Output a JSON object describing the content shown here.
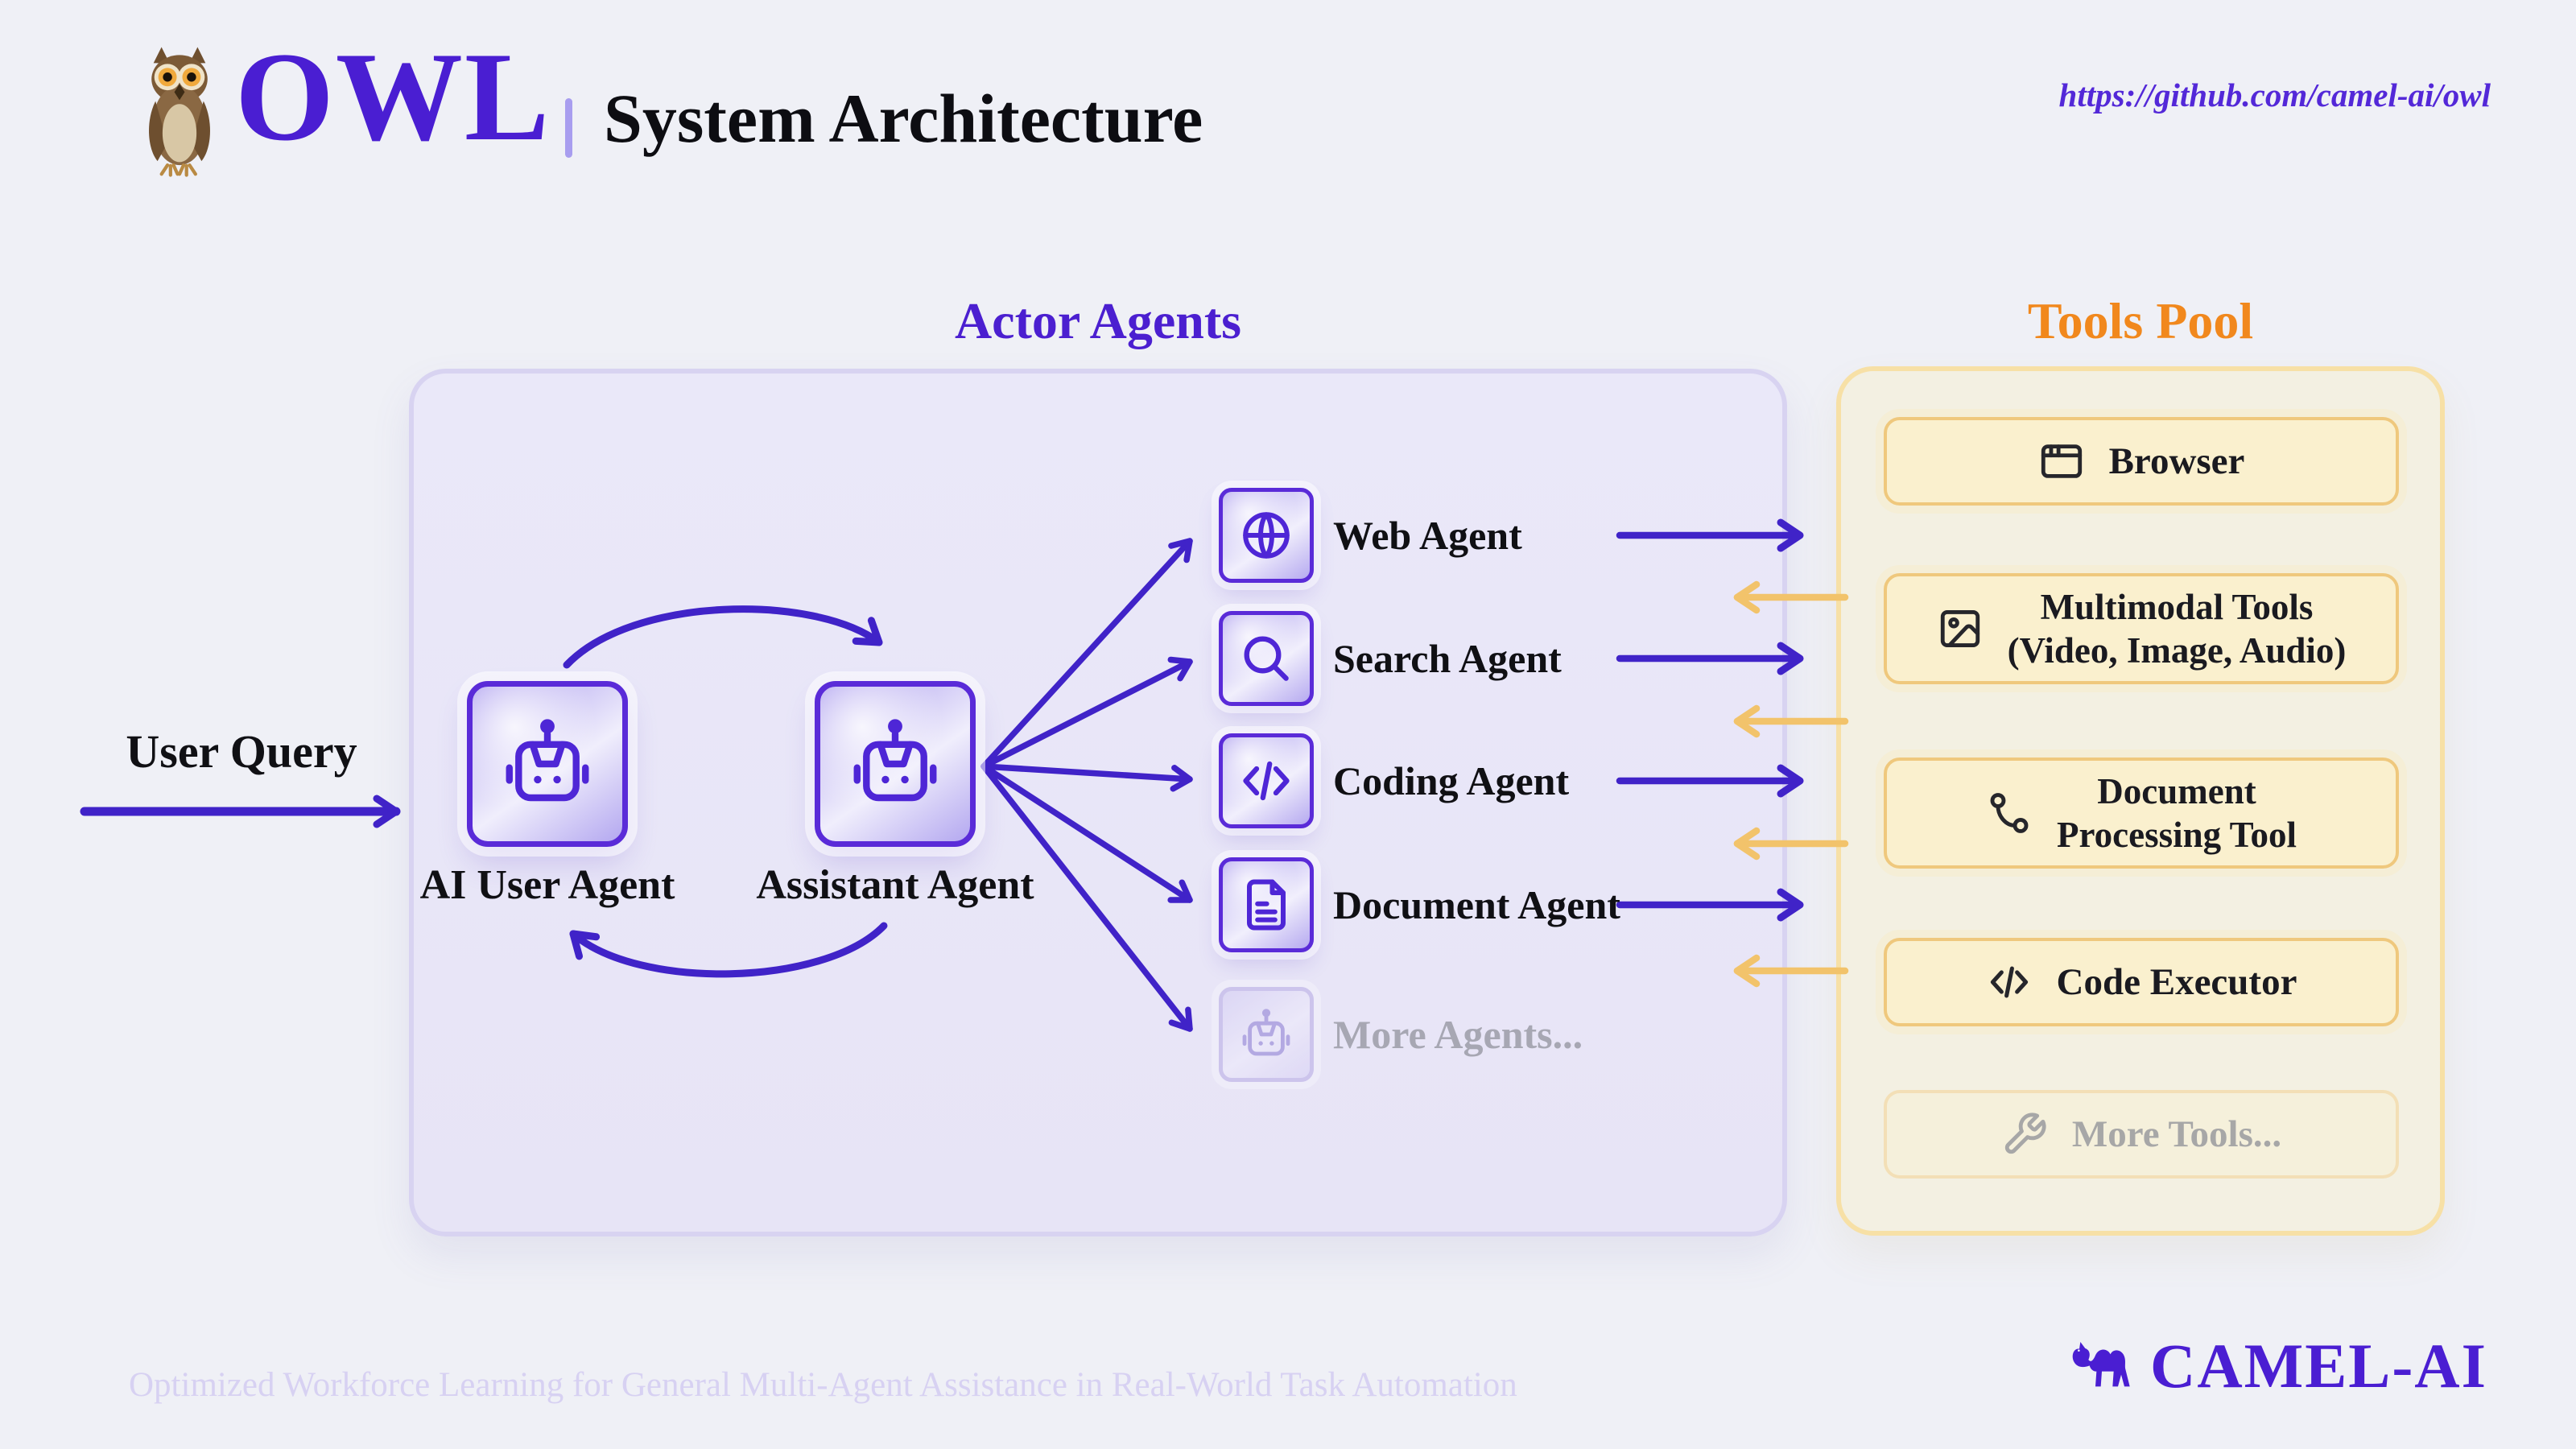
{
  "header": {
    "logo_icon": "owl-icon",
    "logo_text": "OWL",
    "title": "System Architecture",
    "repo_url": "https://github.com/camel-ai/owl"
  },
  "input": {
    "user_query_label": "User Query"
  },
  "actor_panel": {
    "title": "Actor Agents",
    "pair": [
      {
        "label": "AI User Agent",
        "icon": "robot-icon"
      },
      {
        "label": "Assistant Agent",
        "icon": "robot-icon"
      }
    ],
    "agents": [
      {
        "label": "Web Agent",
        "icon": "globe-icon",
        "muted": false
      },
      {
        "label": "Search Agent",
        "icon": "search-icon",
        "muted": false
      },
      {
        "label": "Coding Agent",
        "icon": "code-icon",
        "muted": false
      },
      {
        "label": "Document Agent",
        "icon": "document-icon",
        "muted": false
      },
      {
        "label": "More Agents...",
        "icon": "robot-icon",
        "muted": true
      }
    ]
  },
  "tools_panel": {
    "title": "Tools Pool",
    "tools": [
      {
        "line1": "Browser",
        "line2": "",
        "icon": "browser-icon",
        "muted": false
      },
      {
        "line1": "Multimodal Tools",
        "line2": "(Video, Image, Audio)",
        "icon": "image-icon",
        "muted": false
      },
      {
        "line1": "Document",
        "line2": "Processing Tool",
        "icon": "spline-icon",
        "muted": false
      },
      {
        "line1": "Code Executor",
        "line2": "",
        "icon": "code-icon",
        "muted": false
      },
      {
        "line1": "More Tools...",
        "line2": "",
        "icon": "wrench-icon",
        "muted": true
      }
    ]
  },
  "footer": {
    "tagline": "Optimized Workforce Learning for General Multi-Agent Assistance in Real-World Task Automation",
    "brand": "CAMEL-AI",
    "brand_icon": "camel-icon"
  },
  "colors": {
    "page_bg": "#EFF0F6",
    "brand_purple": "#4A1ED2",
    "arrow_purple": "#4023C8",
    "title_orange": "#F1881D",
    "arrow_orange": "#F2C36B",
    "actor_panel_bg": "#E9E6F8",
    "actor_panel_border": "#D8D3F1",
    "tools_panel_bg": "#F3F0E2",
    "tools_panel_border": "#F7E0A6",
    "tool_card_bg": "#FAF0CE",
    "tool_card_border": "#EFC87D",
    "muted_text": "#A7A7B3",
    "text_dark": "#101014"
  }
}
